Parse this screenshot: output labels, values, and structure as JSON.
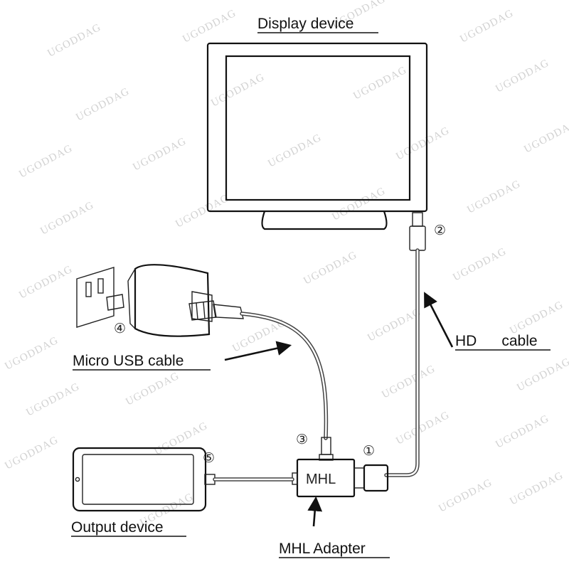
{
  "labels": {
    "display_device": "Display device",
    "hd_cable": "HD      cable",
    "micro_usb_cable": "Micro USB cable",
    "output_device": "Output device",
    "mhl_adapter": "MHL Adapter",
    "adapter_text": "MHL"
  },
  "markers": {
    "m1": "①",
    "m2": "②",
    "m3": "③",
    "m4": "④",
    "m5": "⑤"
  },
  "watermark": "UGODDAG",
  "colors": {
    "line": "#111111",
    "cable": "#444444",
    "watermark": "#d2d2d2",
    "background": "#ffffff"
  }
}
